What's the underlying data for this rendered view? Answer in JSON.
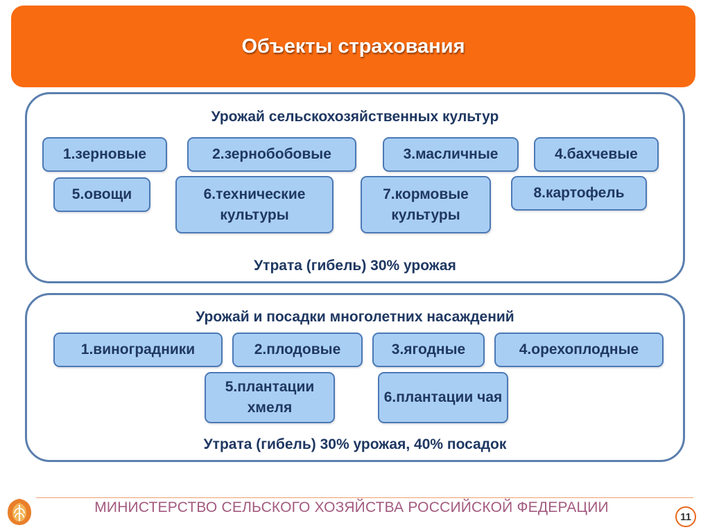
{
  "title": "Объекты страхования",
  "panel1": {
    "heading": "Урожай сельскохозяйственных культур",
    "items": [
      "1.зерновые",
      "2.зернобобовые",
      "3.масличные",
      "4.бахчевые",
      "5.овощи",
      "6.технические культуры",
      "7.кормовые культуры",
      "8.картофель"
    ],
    "footer": "Утрата (гибель) 30% урожая"
  },
  "panel2": {
    "heading": "Урожай и посадки многолетних насаждений",
    "items": [
      "1.виноградники",
      "2.плодовые",
      "3.ягодные",
      "4.орехоплодные",
      "5.плантации хмеля",
      "6.плантации чая"
    ],
    "footer": "Утрата (гибель) 30% урожая, 40% посадок"
  },
  "footer": {
    "ministry": "МИНИСТЕРСТВО СЕЛЬСКОГО ХОЗЯЙСТВА РОССИЙСКОЙ ФЕДЕРАЦИИ",
    "page_number": "11"
  },
  "colors": {
    "title_bar": "#f96b10",
    "panel_border": "#5b7fae",
    "chip_fill": "#a9cef3",
    "chip_border": "#4c79b6",
    "text_dark_blue": "#1f3862",
    "footer_text": "#a35a7f"
  }
}
